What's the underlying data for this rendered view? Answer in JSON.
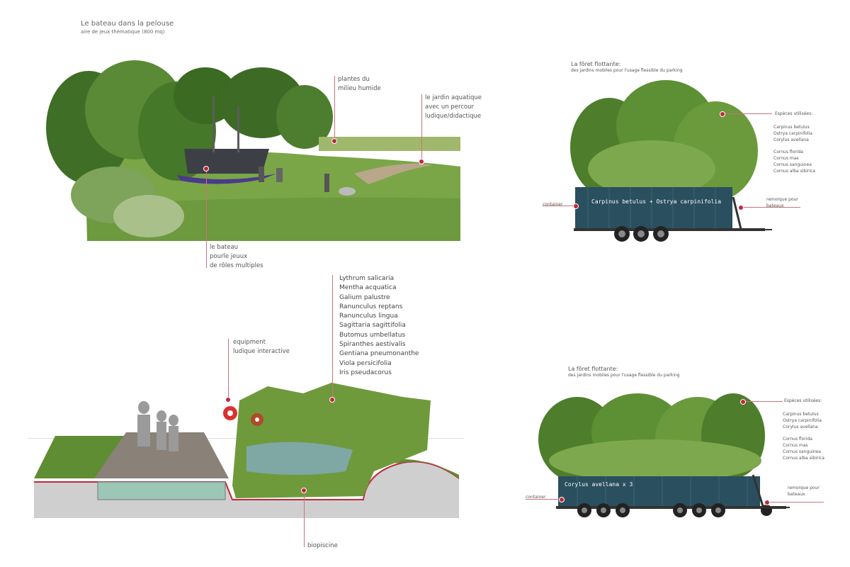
{
  "playground": {
    "title": "Le bateau dans la pelouse",
    "subtitle": "aire de jeux thématique (800 mq)",
    "labels": {
      "plants": [
        "plantes du",
        "milieu humide"
      ],
      "water_garden": [
        "le jardin aquatique",
        "avec un percour",
        "ludique/didactique"
      ],
      "boat": [
        "le bateau",
        "pourle jeuux",
        "de rôles multiples"
      ]
    }
  },
  "section": {
    "equipment": [
      "equipment",
      "ludique interactive"
    ],
    "biopiscine": "biopiscine",
    "plants": [
      "Lythrum salicaria",
      "Mentha acquatica",
      "Galium palustre",
      "Ranunculus reptans",
      "Ranunculus lingua",
      "Sagittaria sagittifolia",
      "Butomus umbellatus",
      "Spiranthes aestivalis",
      "Gentiana pneumonanthe",
      "Viola persicifolia",
      "Iris pseudacorus"
    ]
  },
  "trailer1": {
    "title": "La fôret flottante:",
    "subtitle": "des jardins mobiles pour l'usage flessible du parking",
    "species_label": "Espèces utilisées:",
    "species_a": [
      "Carpinus betulus",
      "Ostrya carpinifolia",
      "Corylus avellana"
    ],
    "species_b": [
      "Cornus florida",
      "Cornus mas",
      "Cornus sanguinea",
      "Cornus alba sibirica"
    ],
    "container_text": "Carpinus betulus + Ostrya carpinifolia",
    "container_label": "container",
    "trailer_label": [
      "remorque pour",
      "bateaux"
    ]
  },
  "trailer2": {
    "title": "La fôret flottante:",
    "subtitle": "des jardins mobiles pour l'usage flessible du parking",
    "species_label": "Espèces utilisées:",
    "species_a": [
      "Carpinus betulus",
      "Ostrya carpinifolia",
      "Corylus avellana"
    ],
    "species_b": [
      "Cornus florida",
      "Cornus mas",
      "Cornus sanguinea",
      "Cornus alba sibirica"
    ],
    "container_text": "Corylus avellana x 3",
    "container_label": "container",
    "trailer_label": [
      "remorque pour",
      "bateaux"
    ]
  },
  "colors": {
    "accent": "#c0283a",
    "container": "#2a4f5e",
    "grass": "#6e9a3e",
    "foliage": "#4f7a2a"
  }
}
